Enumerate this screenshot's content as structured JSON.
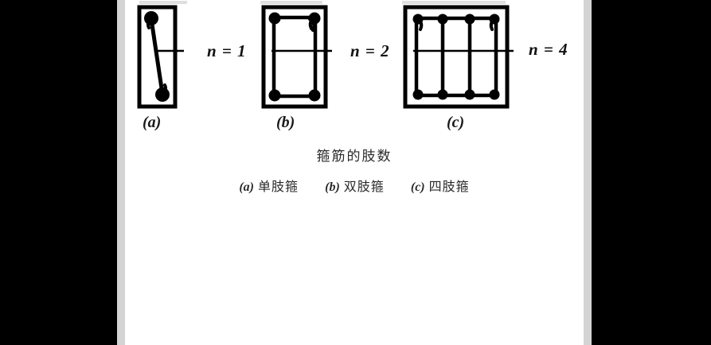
{
  "document": {
    "page_background": "#ffffff",
    "letterbox_color": "#000000",
    "gutter_color": "#d4d4d4"
  },
  "figure": {
    "caption_title": "箍筋的肢数",
    "legend": [
      {
        "key": "(a)",
        "text": "单肢箍"
      },
      {
        "key": "(b)",
        "text": "双肢箍"
      },
      {
        "key": "(c)",
        "text": "四肢箍"
      }
    ],
    "subfigures": [
      {
        "letter": "(a)",
        "n_label": "n = 1",
        "legs": 1,
        "description": "single-leg-stirrup-section",
        "rebar_count": 2,
        "ink_color": "#000000"
      },
      {
        "letter": "(b)",
        "n_label": "n = 2",
        "legs": 2,
        "description": "two-leg-stirrup-section",
        "rebar_count": 4,
        "ink_color": "#000000"
      },
      {
        "letter": "(c)",
        "n_label": "n = 4",
        "legs": 4,
        "description": "four-leg-stirrup-section",
        "rebar_count": 8,
        "ink_color": "#000000"
      }
    ]
  },
  "chart_data": {
    "type": "diagram",
    "title": "箍筋的肢数",
    "subtitle": "(a) 单肢箍  (b) 双肢箍  (c) 四肢箍",
    "categories": [
      "(a)",
      "(b)",
      "(c)"
    ],
    "series": [
      {
        "name": "n",
        "values": [
          1,
          2,
          4
        ]
      }
    ],
    "annotations": [
      "n = 1",
      "n = 2",
      "n = 4"
    ],
    "notes": "Reinforced-concrete beam cross-sections showing stirrup leg count n"
  }
}
